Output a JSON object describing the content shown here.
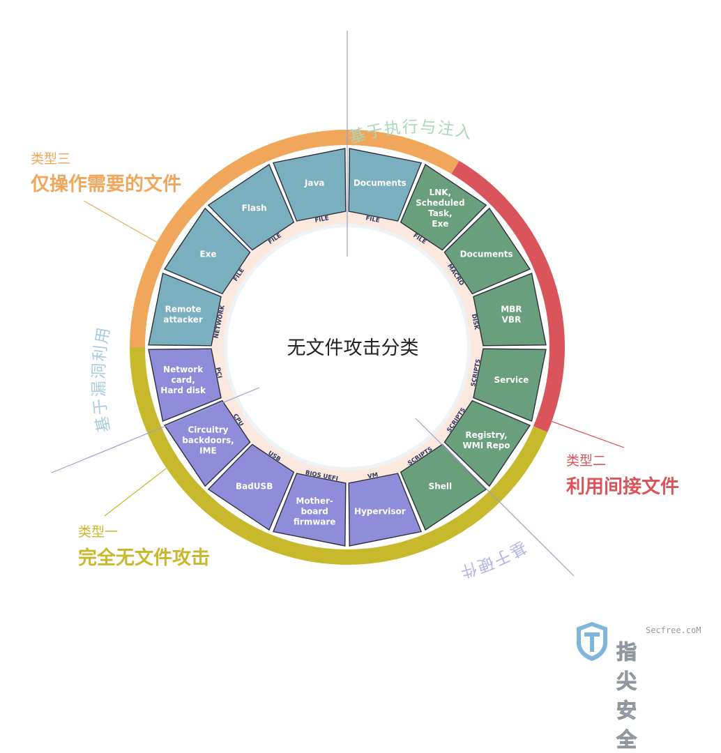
{
  "title": "无文件攻击分类",
  "types": [
    {
      "id": "type3",
      "sub": "类型三",
      "main": "仅操作需要的文件",
      "color": "#f0a75c"
    },
    {
      "id": "type2",
      "sub": "类型二",
      "main": "利用间接文件",
      "color": "#d9545b"
    },
    {
      "id": "type1",
      "sub": "类型一",
      "main": "完全无文件攻击",
      "color": "#c8b92c"
    }
  ],
  "quadrants": [
    {
      "id": "execution",
      "label": "基于执行与注入",
      "color": "#a9d8bb"
    },
    {
      "id": "exploit",
      "label": "基于漏洞利用",
      "color": "#a9cddb"
    },
    {
      "id": "hardware",
      "label": "基于硬件",
      "color": "#b7b5e6"
    }
  ],
  "segments": [
    {
      "id": "documents-file",
      "lines": [
        "Documents"
      ],
      "connector": "FILE",
      "fill": "#7aafbf"
    },
    {
      "id": "lnk",
      "lines": [
        "LNK,",
        "Scheduled",
        "Task,",
        "Exe"
      ],
      "connector": "FILE",
      "fill": "#6a9f7e"
    },
    {
      "id": "documents-macro",
      "lines": [
        "Documents"
      ],
      "connector": "MACRO",
      "fill": "#6a9f7e"
    },
    {
      "id": "mbr",
      "lines": [
        "MBR",
        "VBR"
      ],
      "connector": "DISK",
      "fill": "#6a9f7e"
    },
    {
      "id": "service",
      "lines": [
        "Service"
      ],
      "connector": "SCRIPTS",
      "fill": "#6a9f7e"
    },
    {
      "id": "registry",
      "lines": [
        "Registry,",
        "WMI Repo"
      ],
      "connector": "SCRIPTS",
      "fill": "#6a9f7e"
    },
    {
      "id": "shell",
      "lines": [
        "Shell"
      ],
      "connector": "SCRIPTS",
      "fill": "#6a9f7e"
    },
    {
      "id": "hypervisor",
      "lines": [
        "Hypervisor"
      ],
      "connector": "VM",
      "fill": "#8f8cd9"
    },
    {
      "id": "motherboard",
      "lines": [
        "Mother-",
        "board",
        "firmware"
      ],
      "connector": "BIOS UEFI",
      "fill": "#8f8cd9"
    },
    {
      "id": "badusb",
      "lines": [
        "BadUSB"
      ],
      "connector": "USB",
      "fill": "#8f8cd9"
    },
    {
      "id": "circuitry",
      "lines": [
        "Circuitry",
        "backdoors,",
        "IME"
      ],
      "connector": "CPU",
      "fill": "#8f8cd9"
    },
    {
      "id": "network-card",
      "lines": [
        "Network",
        "card,",
        "Hard disk"
      ],
      "connector": "PCI",
      "fill": "#8f8cd9"
    },
    {
      "id": "remote-attacker",
      "lines": [
        "Remote",
        "attacker"
      ],
      "connector": "NETWORK",
      "fill": "#7aafbf"
    },
    {
      "id": "exe",
      "lines": [
        "Exe"
      ],
      "connector": "FILE",
      "fill": "#7aafbf"
    },
    {
      "id": "flash",
      "lines": [
        "Flash"
      ],
      "connector": "FILE",
      "fill": "#7aafbf"
    },
    {
      "id": "java",
      "lines": [
        "Java"
      ],
      "connector": "FILE",
      "fill": "#7aafbf"
    }
  ],
  "brand": {
    "site": "Secfree.coM",
    "name": "指尖安全"
  }
}
